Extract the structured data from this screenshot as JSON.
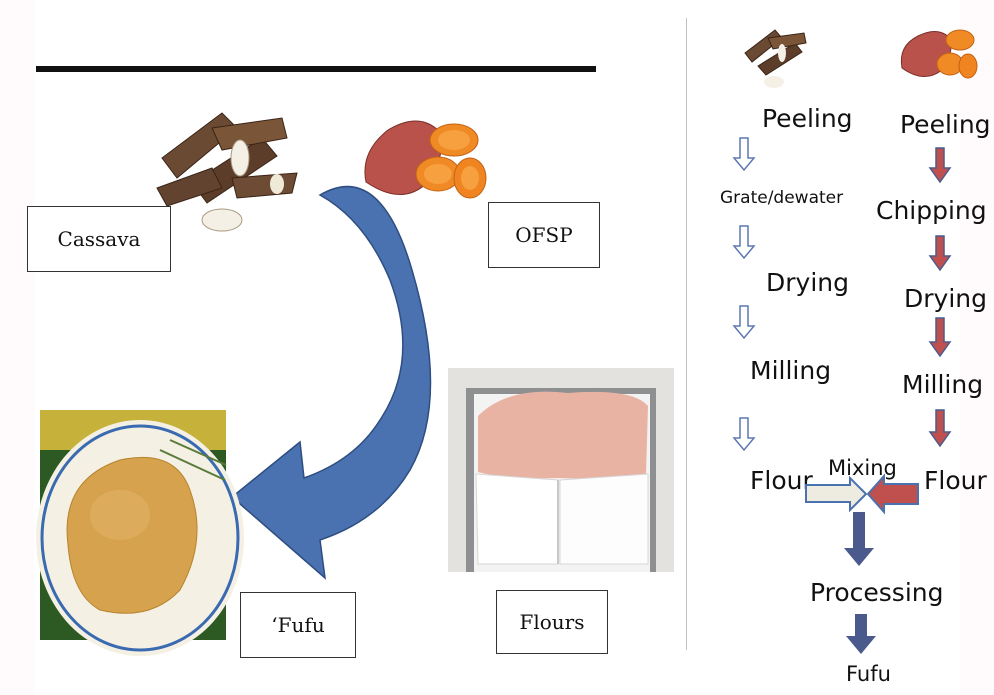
{
  "left_panel": {
    "labels": {
      "cassava": "Cassava",
      "ofsp": "OFSP",
      "fufu": "‘Fufu",
      "flours": "Flours"
    }
  },
  "flowchart": {
    "cassava_steps": [
      "Peeling",
      "Grate/dewater",
      "Drying",
      "Milling",
      "Flour"
    ],
    "ofsp_steps": [
      "Peeling",
      "Chipping",
      "Drying",
      "Milling",
      "Flour"
    ],
    "mixing": "Mixing",
    "processing": "Processing",
    "final": "Fufu"
  },
  "colors": {
    "curved_arrow": "#4a72b0",
    "ofsp_arrow": "#c0504d",
    "main_arrow": "#4b5a8c",
    "cassava_arrow_outline": "#5a7ab0"
  },
  "icons": [
    "cassava-image",
    "sweet-potato-image",
    "fufu-plate-image",
    "flour-bags-image"
  ]
}
